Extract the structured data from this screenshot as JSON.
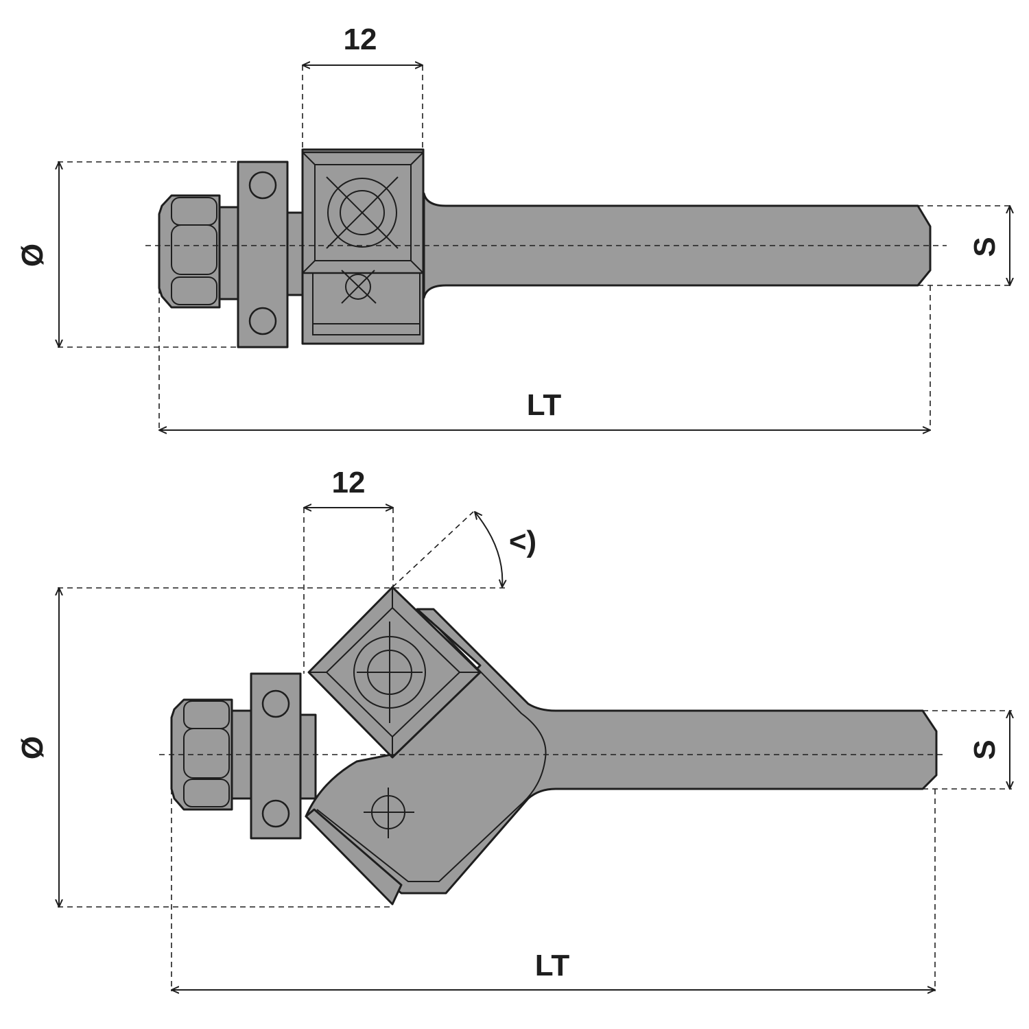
{
  "top_view": {
    "width_label": "12",
    "diameter_label": "Ø",
    "shank_label": "S",
    "length_label": "LT"
  },
  "bottom_view": {
    "width_label": "12",
    "angle_label": "<)",
    "diameter_label": "Ø",
    "shank_label": "S",
    "length_label": "LT"
  },
  "colors": {
    "body": "#9b9b9b",
    "outline": "#1e1e1e",
    "background": "#ffffff"
  }
}
